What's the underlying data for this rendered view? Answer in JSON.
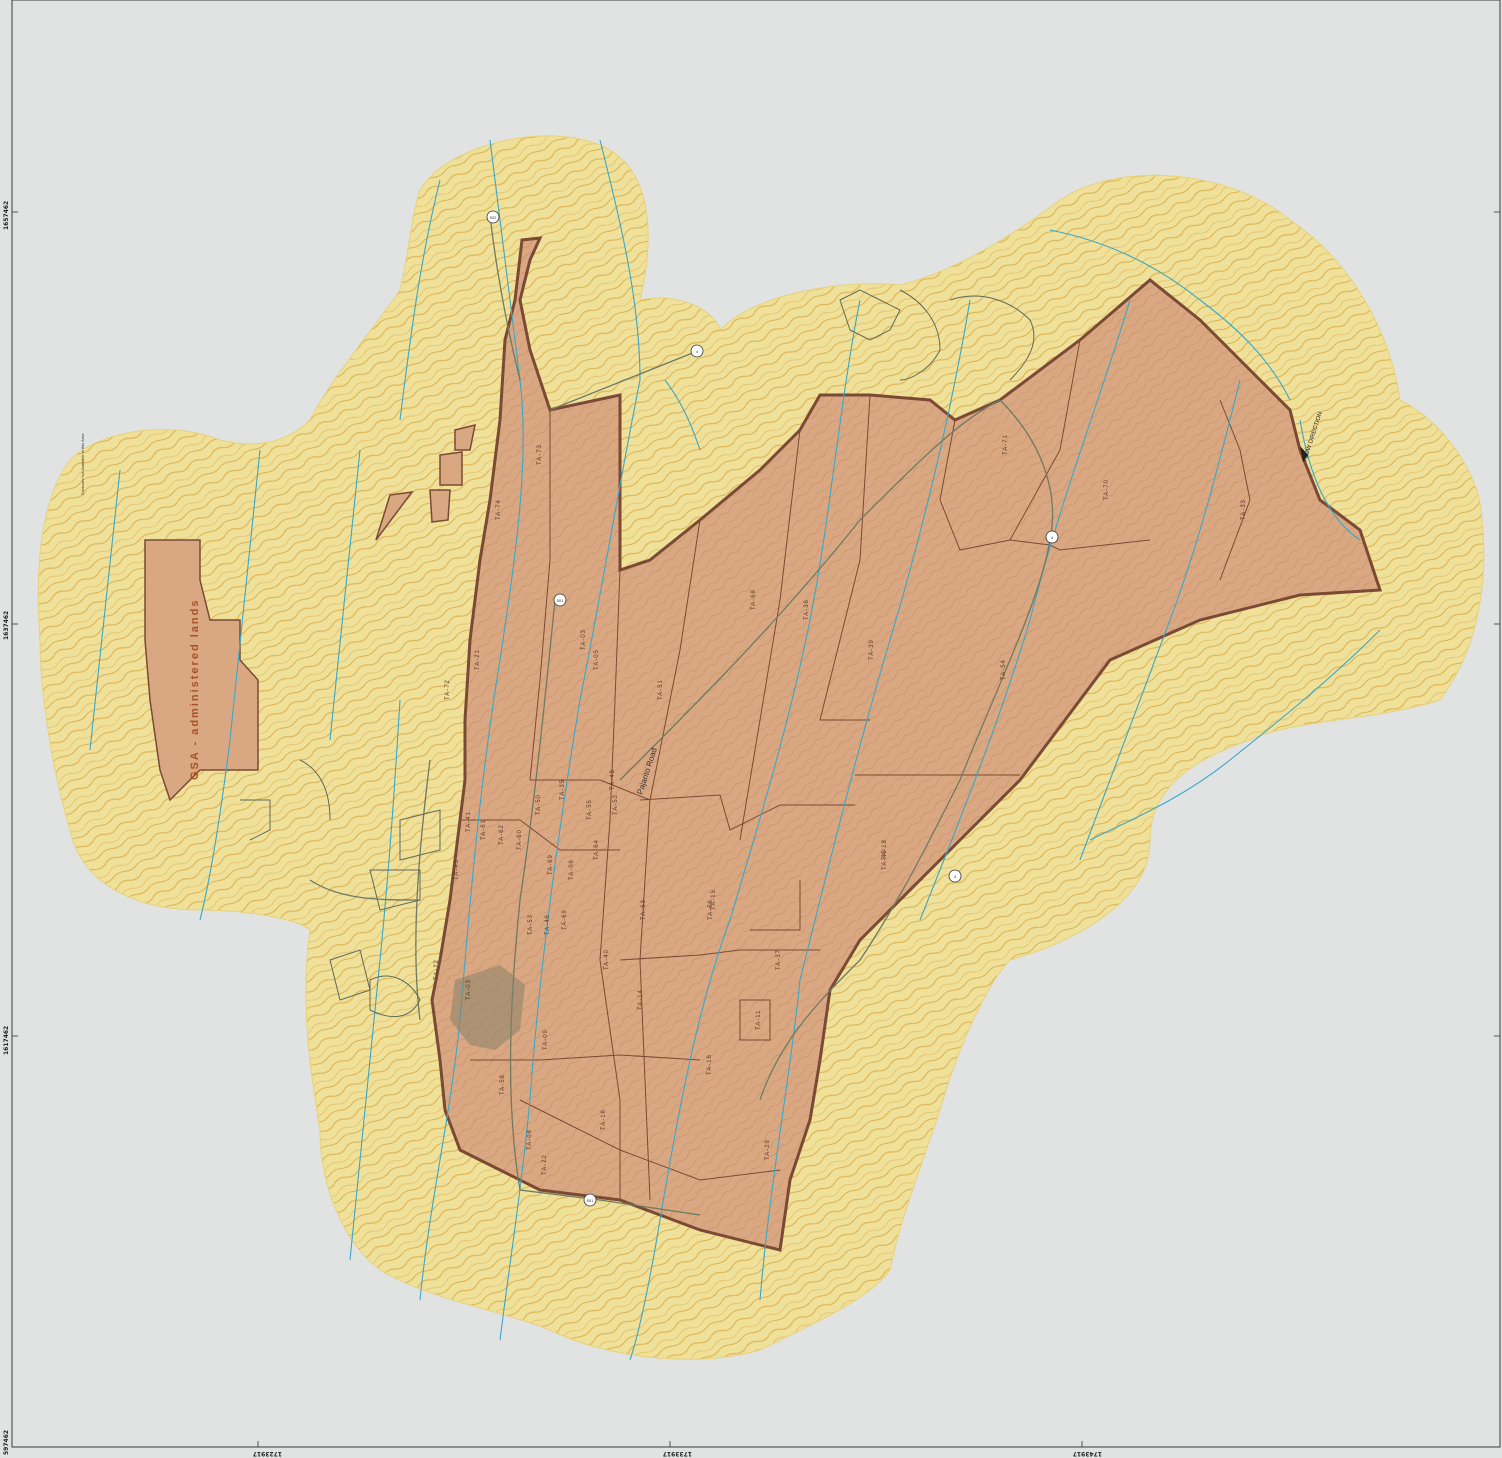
{
  "map": {
    "colors": {
      "background": "#e1e3e2",
      "buffer_terrain": "#efe19a",
      "contour": "#dfa742",
      "lanl_fill": "#d9a882",
      "lanl_border": "#7a4a35",
      "stream": "#3aa7c8",
      "road": "#6e7a63"
    },
    "gsa_label": "GSA - administered lands",
    "contours_note": "Contours Not Available in this Area",
    "road_name": "Pajarito Road",
    "flow_direction": "FLOW DIRECTION",
    "route_shields": [
      "502",
      "4",
      "501",
      "4",
      "4",
      "501"
    ],
    "ta_labels": [
      "TA-73",
      "TA-74",
      "TA-21",
      "TA-72",
      "TA-03",
      "TA-05",
      "TA-71",
      "TA-70",
      "TA-33",
      "TA-36",
      "TA-68",
      "TA-39",
      "TA-54",
      "TA-51",
      "TA-18",
      "TA-66",
      "TA-63",
      "TA-52",
      "TA-55",
      "TA-48",
      "TA-35",
      "TA-50",
      "TA-61",
      "TA-62",
      "TA-60",
      "TA-46",
      "TA-43",
      "TA-41",
      "TA-53",
      "TA-69",
      "TA-06",
      "TA-64",
      "TA-69",
      "TA-22",
      "TA-40",
      "TA-09",
      "TA-14",
      "TA-15",
      "TA-16",
      "TA-37",
      "TA-11",
      "TA-49",
      "TA-58",
      "TA-28",
      "TA-08",
      "TA-03",
      "TA-22",
      "TA-16"
    ],
    "coords_left": [
      "1657462",
      "1637462",
      "1617462",
      "597462"
    ],
    "coords_bottom": [
      "1723917",
      "1733917",
      "1743917"
    ]
  }
}
